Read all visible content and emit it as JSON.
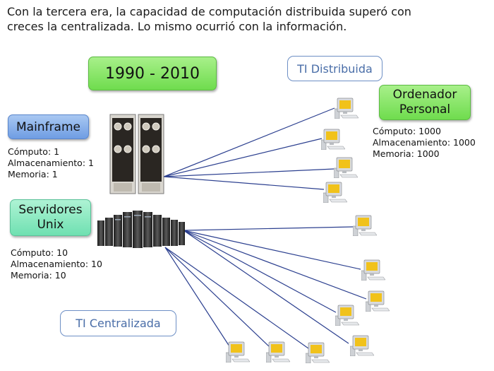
{
  "intro": {
    "line1": "Con la tercera era, la capacidad de computación distribuida superó con",
    "line2": "creces la centralizada.  Lo mismo ocurrió con la información."
  },
  "era_label": "1990 - 2010",
  "distributed_label": "TI Distribuida",
  "centralized_label": "TI Centralizada",
  "mainframe": {
    "title": "Mainframe",
    "stats": [
      "Cómputo: 1",
      "Almacenamiento: 1",
      "Memoria: 1"
    ]
  },
  "unix": {
    "title_line1": "Servidores",
    "title_line2": "Unix",
    "stats": [
      "Cómputo: 10",
      "Almacenamiento: 10",
      "Memoria: 10"
    ]
  },
  "pc": {
    "title_line1": "Ordenador",
    "title_line2": "Personal",
    "stats": [
      "Cómputo: 1000",
      "Almacenamiento: 1000",
      "Memoria: 1000"
    ]
  },
  "colors": {
    "line": "#2b3f8f",
    "green_box": "#7fe35c",
    "teal_box": "#7ee6bb",
    "blue_box": "#7fa8e8",
    "outline": "#6d8fc5"
  },
  "icons": [
    "mainframe-rack-icon",
    "server-cluster-icon",
    "desktop-computer-icon"
  ]
}
